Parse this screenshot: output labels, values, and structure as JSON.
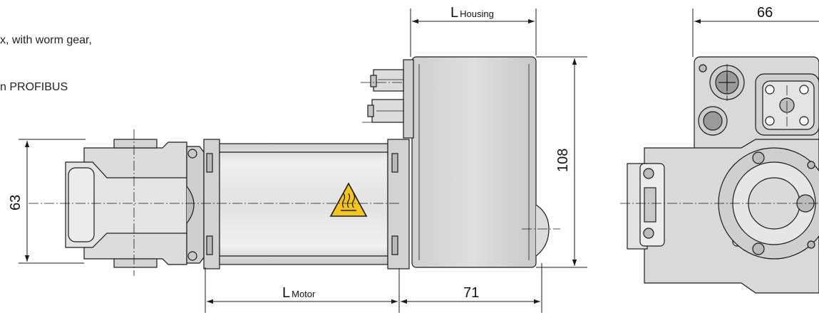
{
  "caption": {
    "line1": "x, with worm gear,",
    "line2": "n PROFIBUS"
  },
  "dimensions": {
    "housing_length_prefix": "L",
    "housing_length_sub": "Housing",
    "motor_length_prefix": "L",
    "motor_length_sub": "Motor",
    "width_71": "71",
    "height_108": "108",
    "height_63": "63",
    "width_66": "66"
  },
  "colors": {
    "line": "#1a1a1a",
    "body_gray": "#d9d9d9",
    "body_light": "#ebebeb",
    "warning_yellow": "#f5c518"
  },
  "icons": {
    "warning": "hot-surface-warning-icon"
  }
}
